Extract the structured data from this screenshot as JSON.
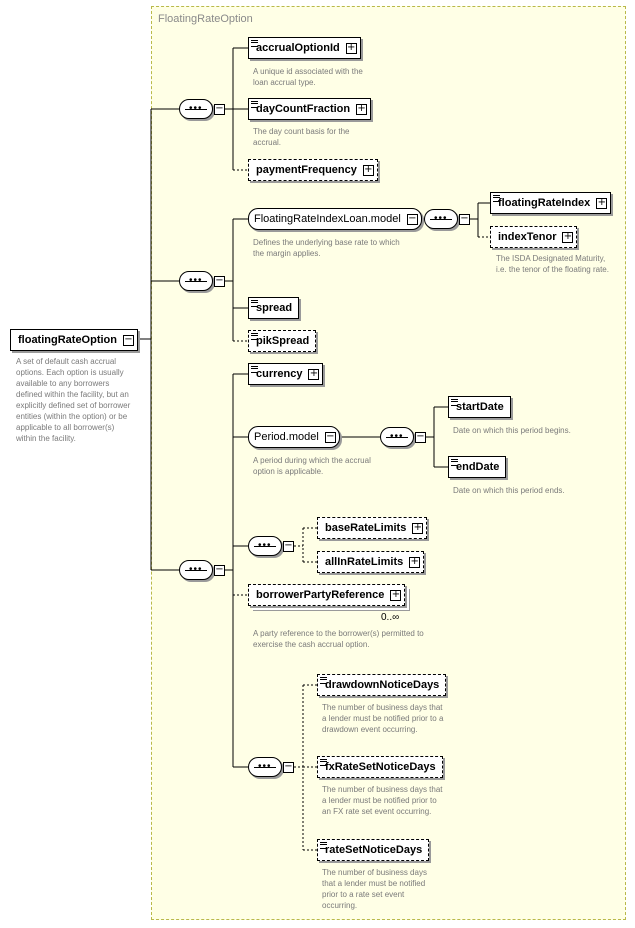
{
  "group": {
    "title": "FloatingRateOption"
  },
  "root": {
    "name": "floatingRateOption",
    "doc": "A set of default cash accrual options. Each option is usually available to any borrowers defined within the facility, but an explicitly defined set of borrower entities (within the option) or be applicable to all borrower(s) within the facility."
  },
  "nodes": {
    "accrualOptionId": {
      "name": "accrualOptionId",
      "doc": "A unique id associated with the loan accrual type."
    },
    "dayCountFraction": {
      "name": "dayCountFraction",
      "doc": "The day count basis for the accrual."
    },
    "paymentFrequency": {
      "name": "paymentFrequency"
    },
    "floatingRateIndexLoanModel": {
      "name": "FloatingRateIndexLoan.model",
      "doc": "Defines the underlying base rate to which the margin applies."
    },
    "floatingRateIndex": {
      "name": "floatingRateIndex"
    },
    "indexTenor": {
      "name": "indexTenor",
      "doc": "The ISDA Designated Maturity, i.e. the tenor of the floating rate."
    },
    "spread": {
      "name": "spread"
    },
    "pikSpread": {
      "name": "pikSpread"
    },
    "currency": {
      "name": "currency"
    },
    "periodModel": {
      "name": "Period.model",
      "doc": "A period during which the accrual option is applicable."
    },
    "startDate": {
      "name": "startDate",
      "doc": "Date on which this period begins."
    },
    "endDate": {
      "name": "endDate",
      "doc": "Date on which this period ends."
    },
    "baseRateLimits": {
      "name": "baseRateLimits"
    },
    "allInRateLimits": {
      "name": "allInRateLimits"
    },
    "borrowerPartyReference": {
      "name": "borrowerPartyReference",
      "cardinality": "0..∞",
      "doc": "A party reference to the borrower(s) permitted to exercise the cash accrual option."
    },
    "drawdownNoticeDays": {
      "name": "drawdownNoticeDays",
      "doc": "The number of business days that a lender must be notified prior to a drawdown event occurring."
    },
    "fxRateSetNoticeDays": {
      "name": "fxRateSetNoticeDays",
      "doc": "The number of business days that a lender must be notified prior to an FX rate set event occurring."
    },
    "rateSetNoticeDays": {
      "name": "rateSetNoticeDays",
      "doc": "The number of business days that a lender must be notified prior to a rate set event occurring."
    }
  },
  "icons": {
    "expand": "plus-box-icon",
    "collapse": "minus-box-icon",
    "sequence": "sequence-compositor-icon",
    "choice": "choice-compositor-icon"
  }
}
